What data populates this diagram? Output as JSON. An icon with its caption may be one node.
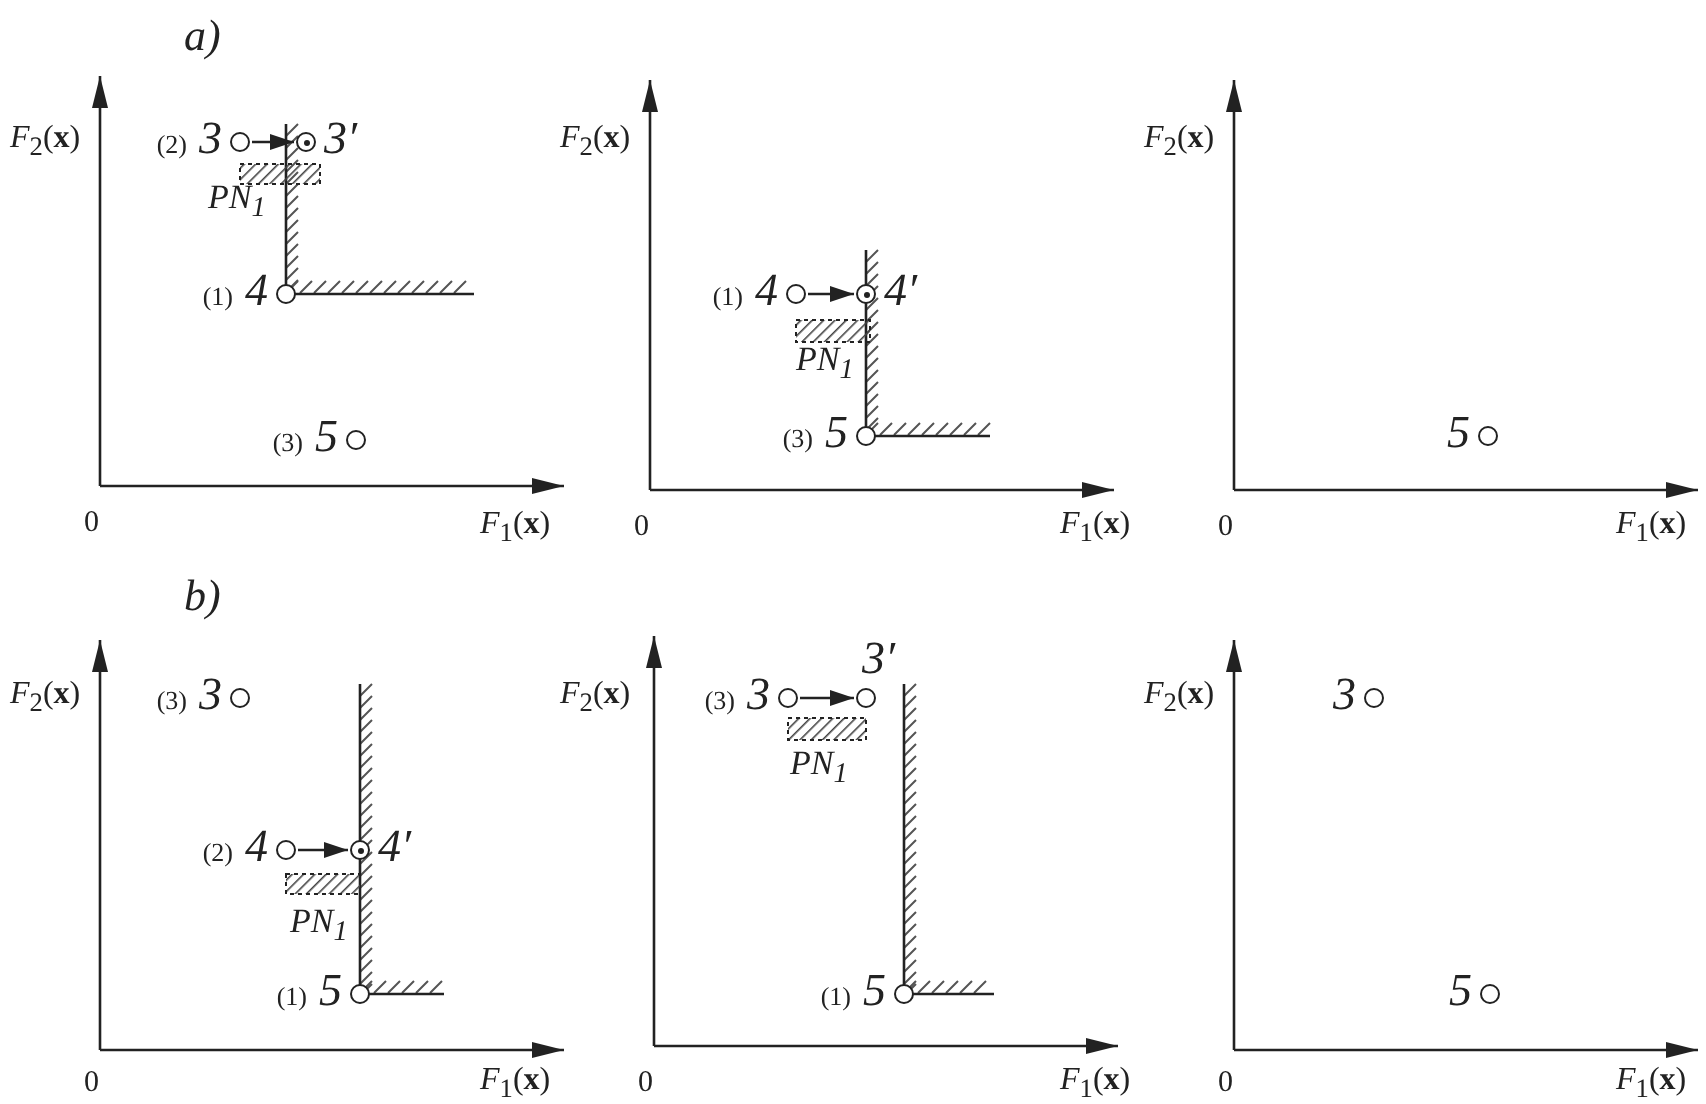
{
  "diagram": {
    "nodes": [
      {
        "text": [],
        "shape": "circle",
        "beside": [
          "(2)",
          "3"
        ]
      },
      {
        "text": [],
        "shape": "circle",
        "beside": [
          "3′"
        ]
      },
      {
        "text": [],
        "shape": "circle",
        "beside": [
          "(1)",
          "4"
        ]
      },
      {
        "text": [],
        "shape": "circle",
        "beside": [
          "(3)",
          "5"
        ]
      },
      {
        "text": [],
        "shape": "circle",
        "beside": [
          "(1)",
          "4"
        ]
      },
      {
        "text": [],
        "shape": "circle",
        "beside": [
          "4′"
        ]
      },
      {
        "text": [],
        "shape": "circle",
        "beside": [
          "(3)",
          "5"
        ]
      },
      {
        "text": [],
        "shape": "circle",
        "beside": [
          "5"
        ]
      },
      {
        "text": [],
        "shape": "circle",
        "beside": [
          "(3)",
          "3"
        ]
      },
      {
        "text": [],
        "shape": "circle",
        "beside": [
          "(2)",
          "4"
        ]
      },
      {
        "text": [],
        "shape": "circle",
        "beside": [
          "4′"
        ]
      },
      {
        "text": [],
        "shape": "circle",
        "beside": [
          "(1)",
          "5"
        ]
      },
      {
        "text": [],
        "shape": "circle",
        "beside": [
          "(3)",
          "3"
        ]
      },
      {
        "text": [],
        "shape": "circle",
        "beside": [
          "3′"
        ]
      },
      {
        "text": [],
        "shape": "circle",
        "beside": [
          "(1)",
          "5"
        ]
      },
      {
        "text": [],
        "shape": "circle",
        "beside": [
          "3"
        ]
      },
      {
        "text": [],
        "shape": "circle",
        "beside": [
          "5"
        ]
      }
    ],
    "edges": [
      {
        "from": 0,
        "to": 1,
        "arrow": "to"
      },
      {
        "from": 4,
        "to": 5,
        "arrow": "to"
      },
      {
        "from": 9,
        "to": 10,
        "arrow": "to"
      },
      {
        "from": 12,
        "to": 13,
        "arrow": "to"
      }
    ],
    "labels": [
      "a)",
      "*F*$_{2}$(**x**)",
      "0",
      "*F*$_{1}$(**x**)",
      "PN$_{1}$",
      "*F*$_{2}$(**x**)",
      "PN$_{1}$",
      "0",
      "*F*$_{1}$(**x**)",
      "*F*$_{2}$(**x**)",
      "0",
      "*F*$_{1}$(**x**)",
      "b)",
      "*F*$_{2}$(**x**)",
      "PN$_{1}$",
      "0",
      "*F*$_{1}$(**x**)",
      "*F*$_{2}$(**x**)",
      "PN$_{1}$",
      "0",
      "*F*$_{1}$(**x**)",
      "*F*$_{2}$(**x**)",
      "0",
      "*F*$_{1}$(**x**)"
    ]
  }
}
